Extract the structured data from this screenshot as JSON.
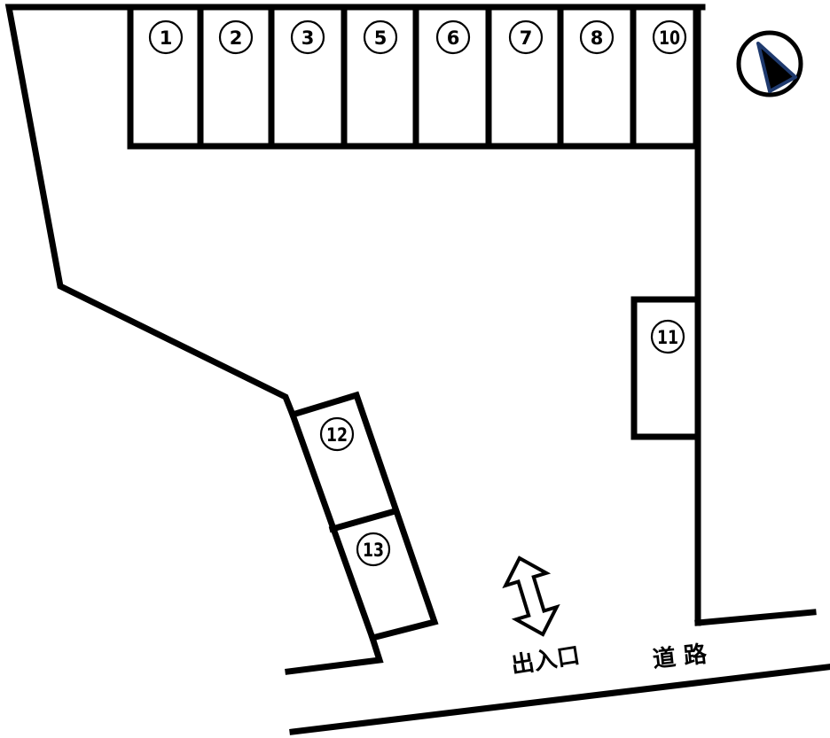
{
  "title": "Parking lot layout",
  "spots": [
    {
      "id": "1",
      "label": "1"
    },
    {
      "id": "2",
      "label": "2"
    },
    {
      "id": "3",
      "label": "3"
    },
    {
      "id": "5",
      "label": "5"
    },
    {
      "id": "6",
      "label": "6"
    },
    {
      "id": "7",
      "label": "7"
    },
    {
      "id": "8",
      "label": "8"
    },
    {
      "id": "10",
      "label": "10"
    },
    {
      "id": "11",
      "label": "11"
    },
    {
      "id": "12",
      "label": "12"
    },
    {
      "id": "13",
      "label": "13"
    }
  ],
  "entrance_label": "出入口",
  "road_label": "道 路",
  "compass": {
    "icon": "north-arrow-icon",
    "accent": "#1f3a6e"
  }
}
